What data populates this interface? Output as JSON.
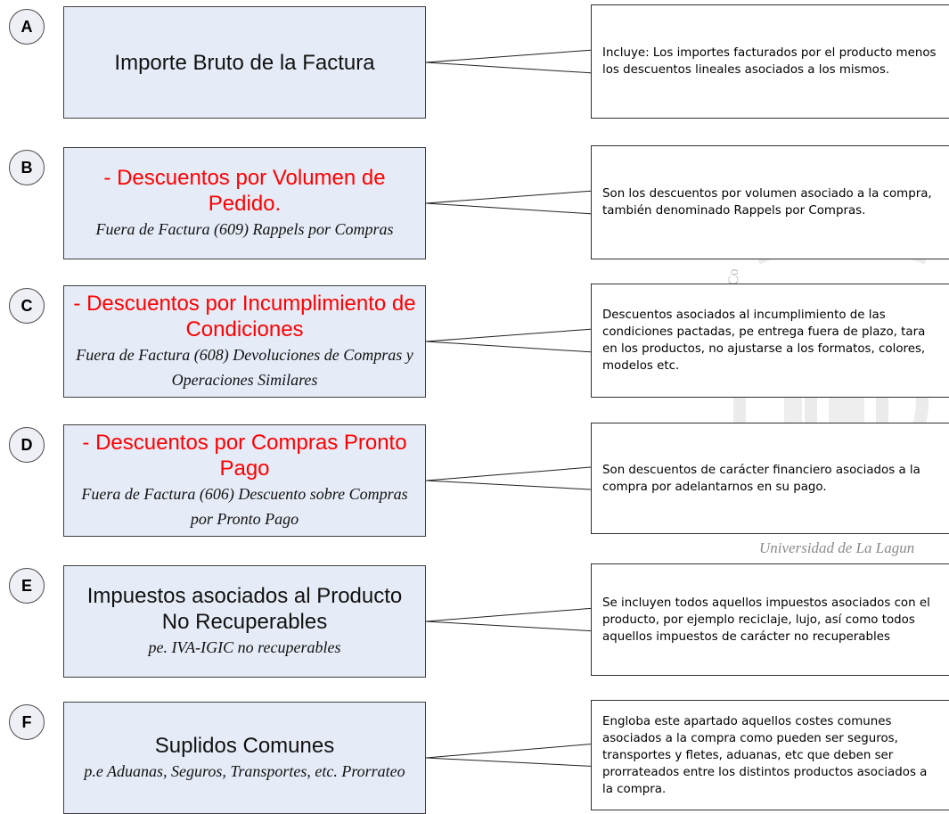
{
  "watermark": {
    "text": "Universidad de La Lagun",
    "vertical_text": "Co"
  },
  "rows": [
    {
      "letter": "A",
      "title": "Importe Bruto de la Factura",
      "title_color": "#111111",
      "subtitle": "",
      "description": "Incluye: Los importes facturados por el producto menos los descuentos lineales asociados a los mismos."
    },
    {
      "letter": "B",
      "title": "- Descuentos por Volumen de Pedido.",
      "title_color": "#ff0000",
      "subtitle": "Fuera de Factura (609) Rappels por Compras",
      "description": "Son los descuentos por volumen asociado a la compra, también denominado Rappels por Compras."
    },
    {
      "letter": "C",
      "title": "- Descuentos por Incumplimiento de Condiciones",
      "title_color": "#ff0000",
      "subtitle": "Fuera de Factura (608) Devoluciones de Compras y Operaciones Similares",
      "description": "Descuentos asociados al incumplimiento de las condiciones pactadas, pe entrega fuera de plazo, tara en los productos, no ajustarse a los formatos, colores, modelos etc."
    },
    {
      "letter": "D",
      "title": "- Descuentos por Compras Pronto Pago",
      "title_color": "#ff0000",
      "subtitle": "Fuera de Factura (606) Descuento sobre Compras por Pronto Pago",
      "description": "Son descuentos de carácter financiero asociados a la compra por adelantarnos en su pago."
    },
    {
      "letter": "E",
      "title": "Impuestos asociados al Producto No Recuperables",
      "title_color": "#111111",
      "subtitle": "pe. IVA-IGIC no recuperables",
      "description": "Se incluyen todos aquellos impuestos asociados con el producto, por ejemplo reciclaje, lujo, así como todos aquellos impuestos de carácter no recuperables"
    },
    {
      "letter": "F",
      "title": "Suplidos Comunes",
      "title_color": "#111111",
      "subtitle": "p.e Aduanas, Seguros, Transportes, etc. Prorrateo",
      "description": "Engloba este apartado aquellos costes comunes asociados a la compra como pueden ser seguros, transportes y fletes, aduanas, etc que deben ser prorrateados entre los distintos productos asociados a la compra."
    }
  ]
}
